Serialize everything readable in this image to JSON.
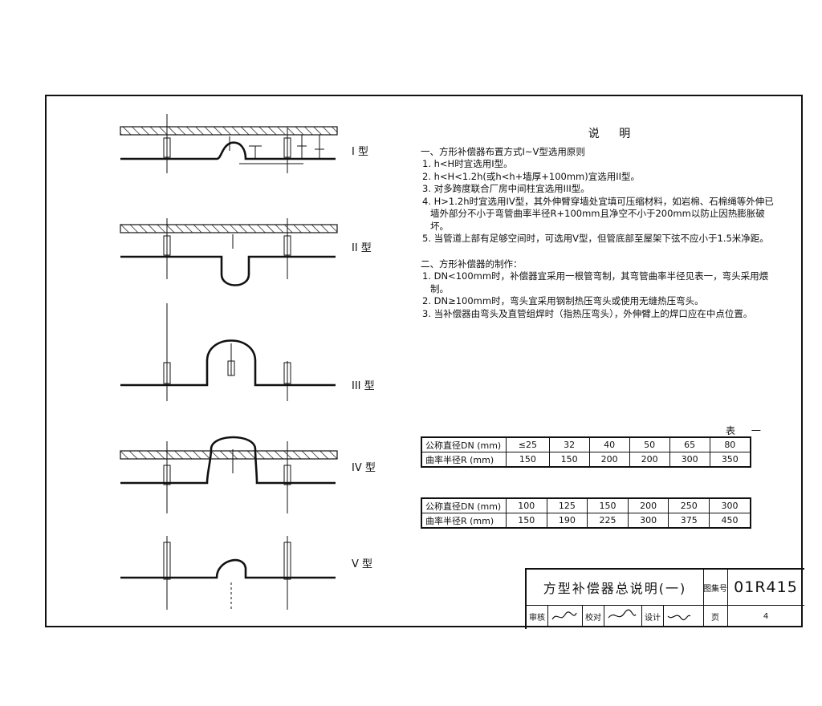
{
  "type_labels": [
    "I 型",
    "II 型",
    "III 型",
    "IV 型",
    "V 型"
  ],
  "notes": {
    "title": "说 明",
    "section1_title": "一、方形补偿器布置方式I~V型选用原则",
    "section1_items": [
      "1. h<H时宜选用I型。",
      "2. h<H<1.2h(或h<h+墙厚+100mm)宜选用II型。",
      "3. 对多跨度联合厂房中间柱宜选用III型。",
      "4. H>1.2h时宜选用IV型，其外伸臂穿墙处宜填可压缩材料，如岩棉、石棉绳等外伸已墙外部分不小于弯管曲率半径R+100mm且净空不小于200mm以防止因热膨胀破坏。",
      "5. 当管道上部有足够空间时，可选用V型，但管底部至屋架下弦不应小于1.5米净距。"
    ],
    "section2_title": "二、方形补偿器的制作：",
    "section2_items": [
      "1. DN<100mm时，补偿器宜采用一根管弯制，其弯管曲率半径见表一，弯头采用煨制。",
      "2. DN≥100mm时，弯头宜采用钢制热压弯头或使用无缝热压弯头。",
      "3. 当补偿器由弯头及直管组焊时（指热压弯头），外伸臂上的焊口应在中点位置。"
    ]
  },
  "table_caption": "表 一",
  "table1": {
    "row_headers": [
      "公称直径DN (mm)",
      "曲率半径R (mm)"
    ],
    "dn": [
      "≤25",
      "32",
      "40",
      "50",
      "65",
      "80"
    ],
    "r": [
      "150",
      "150",
      "200",
      "200",
      "300",
      "350"
    ]
  },
  "table2": {
    "row_headers": [
      "公称直径DN (mm)",
      "曲率半径R (mm)"
    ],
    "dn": [
      "100",
      "125",
      "150",
      "200",
      "250",
      "300"
    ],
    "r": [
      "150",
      "190",
      "225",
      "300",
      "375",
      "450"
    ]
  },
  "title_block": {
    "drawing_name": "方型补偿器总说明(一)",
    "atlas_label": "图集号",
    "atlas_no": "01R415",
    "reviewer_label": "审核",
    "checker_label": "校对",
    "designer_label": "设计",
    "page_label": "页",
    "page_no": "4"
  }
}
